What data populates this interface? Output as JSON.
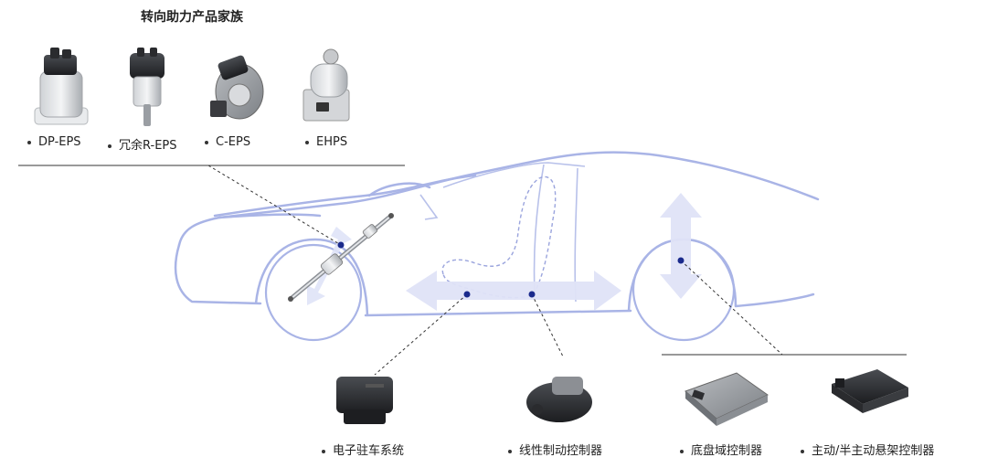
{
  "title": "转向助力产品家族",
  "steering_products": [
    {
      "label": "DP-EPS"
    },
    {
      "label": "冗余R-EPS"
    },
    {
      "label": "C-EPS"
    },
    {
      "label": "EHPS"
    }
  ],
  "bottom_products": [
    {
      "label": "电子驻车系统"
    },
    {
      "label": "线性制动控制器"
    },
    {
      "label": "底盘域控制器"
    },
    {
      "label": "主动/半主动悬架控制器"
    }
  ],
  "colors": {
    "car_outline": "#a9b4e6",
    "arrow_fill": "#dfe3f7",
    "marker": "#1a2a8c",
    "leader": "#333333"
  }
}
